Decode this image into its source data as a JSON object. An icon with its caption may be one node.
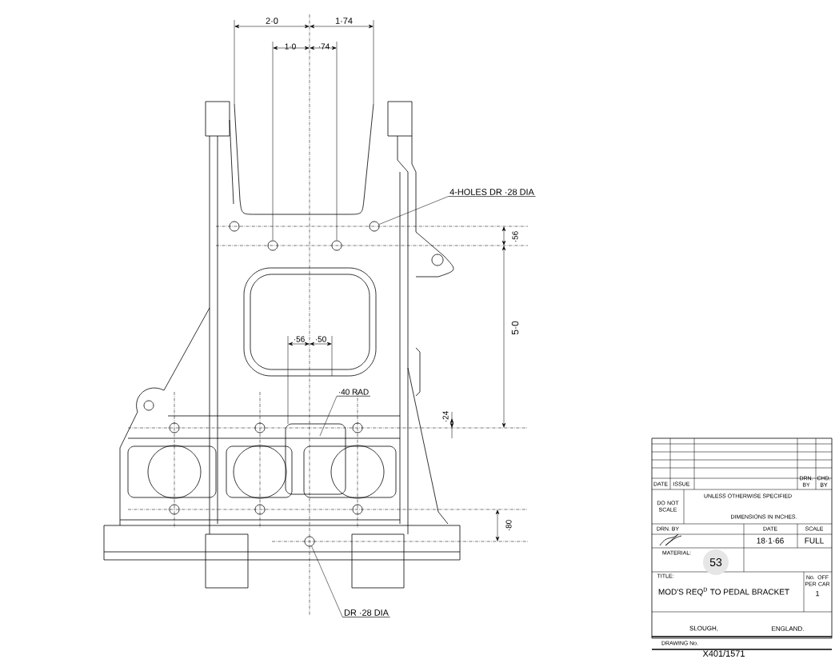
{
  "diagram": {
    "nodes": [
      {
        "text": [
          "4-HOLES DR ·28 DIA"
        ]
      },
      {
        "text": [],
        "shape": "circle"
      },
      {
        "text": [
          "·40 RAD"
        ]
      },
      {
        "text": [
          "DR ·28 DIA"
        ]
      },
      {
        "text": [],
        "shape": "circle"
      }
    ],
    "edges": [
      {
        "from": 0,
        "to": 1,
        "arrow": "none"
      },
      {
        "from": 2,
        "to": null,
        "arrow": "none"
      },
      {
        "from": 3,
        "to": 4,
        "arrow": "none"
      }
    ],
    "labels": [
      "2·0",
      "1·74",
      "1·0",
      "·74",
      "·56",
      "·56",
      "·50",
      "5·0",
      "·24",
      "·80",
      "DATE",
      "ISSUE",
      "DRN. BY",
      "CHD. BY",
      "DO NOT SCALE",
      "UNLESS OTHERWISE SPECIFIED",
      "DIMENSIONS IN INCHES.",
      "DRN. BY",
      "DATE",
      "SCALE",
      "18·1·66",
      "FULL",
      "MATERIAL:",
      "53",
      "TITLE:",
      "MOD'S REQ$^{D}$ TO PEDAL BRACKET",
      "No. OFF PER CAR",
      "1",
      "SLOUGH,",
      "ENGLAND.",
      "DRAWING No.",
      "X401/1571"
    ]
  }
}
